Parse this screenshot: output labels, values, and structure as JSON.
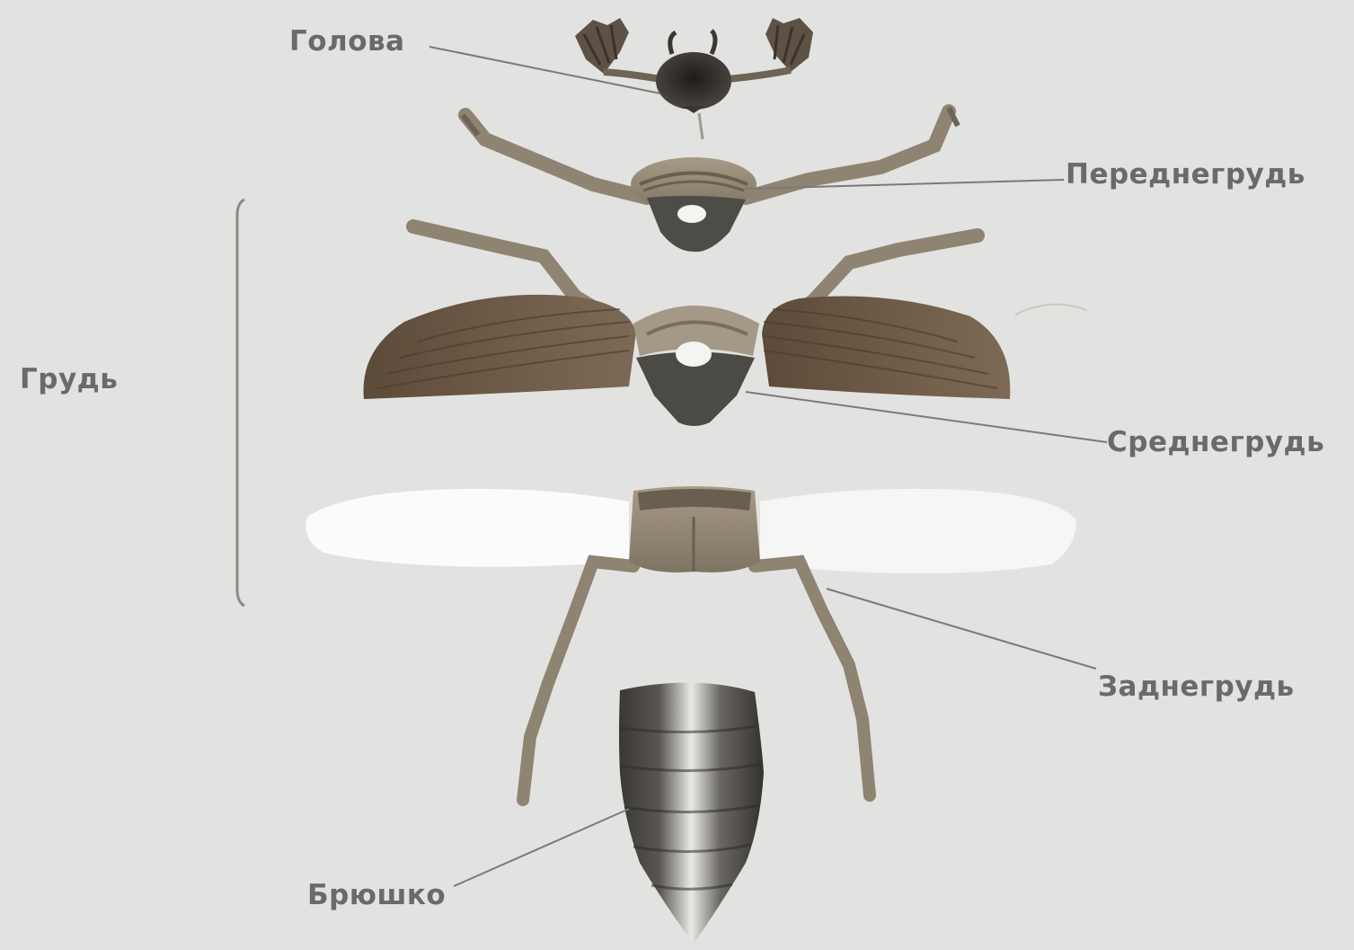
{
  "labels": {
    "head": "Голова",
    "prothorax": "Переднегрудь",
    "thorax": "Грудь",
    "mesothorax": "Среднегрудь",
    "metathorax": "Заднегрудь",
    "abdomen": "Брюшко"
  },
  "colors": {
    "background": "#e2e3e0",
    "label": "#6a6a6a",
    "leader_line": "#7a7a7a",
    "elytra": "#6b5a48",
    "segment_tan": "#9c8f7c",
    "segment_dark": "#4a4a44",
    "hind_wing": "#fbfbfb",
    "abdomen_dark": "#3e3c38",
    "abdomen_light": "#eaeaea"
  }
}
